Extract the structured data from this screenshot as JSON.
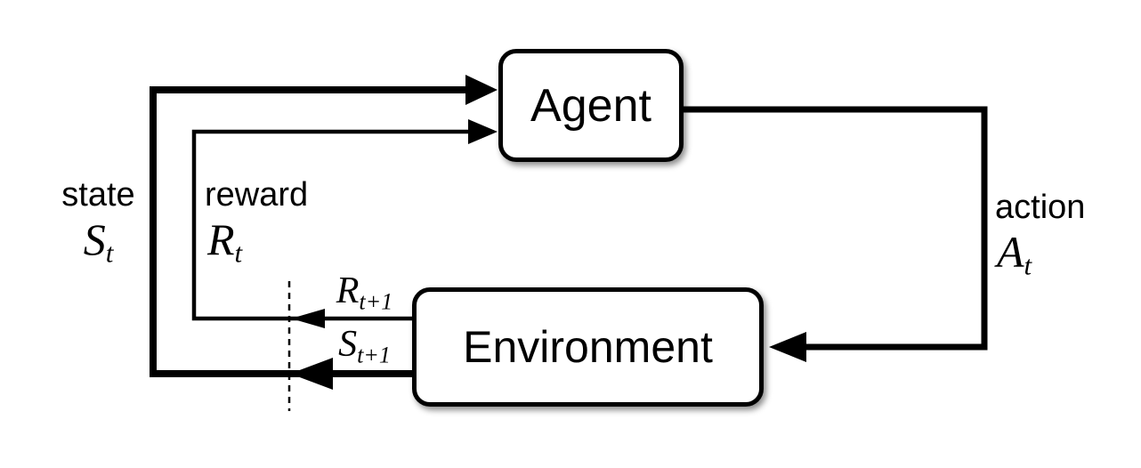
{
  "diagram": {
    "type": "flow-diagram",
    "topic": "agent-environment-interaction-loop",
    "nodes": {
      "agent": {
        "label": "Agent"
      },
      "environment": {
        "label": "Environment"
      }
    },
    "labels": {
      "state": {
        "word": "state",
        "symbol_base": "S",
        "symbol_sub": "t"
      },
      "reward": {
        "word": "reward",
        "symbol_base": "R",
        "symbol_sub": "t"
      },
      "action": {
        "word": "action",
        "symbol_base": "A",
        "symbol_sub": "t"
      },
      "next_reward": {
        "symbol_base": "R",
        "symbol_sub": "t+1"
      },
      "next_state": {
        "symbol_base": "S",
        "symbol_sub": "t+1"
      }
    },
    "edges": [
      {
        "from": "environment",
        "to": "agent",
        "label": "state S_t",
        "style": "thick"
      },
      {
        "from": "environment",
        "to": "agent",
        "label": "reward R_t",
        "style": "thin"
      },
      {
        "from": "agent",
        "to": "environment",
        "label": "action A_t",
        "style": "medium"
      }
    ],
    "colors": {
      "line": "#000000",
      "box_border": "#000000",
      "box_fill": "#ffffff",
      "text": "#000000",
      "background": "#ffffff"
    }
  }
}
